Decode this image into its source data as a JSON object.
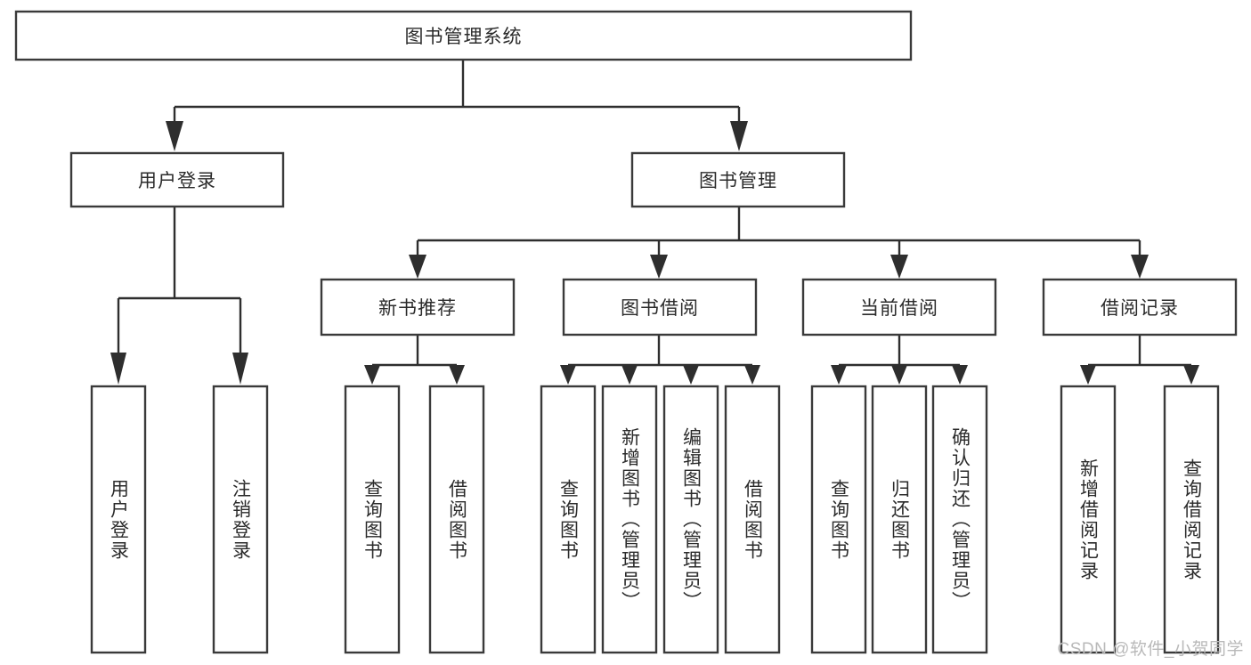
{
  "diagram": {
    "type": "tree-hierarchy",
    "title": "图书管理系统",
    "orientation": "top-down",
    "colors": {
      "box_stroke": "#3a3a3a",
      "connector": "#2e2e2e",
      "text": "#2b2b2b",
      "background": "#ffffff",
      "watermark": "#b9b9b9"
    },
    "root": {
      "id": "root",
      "label": "图书管理系统",
      "text_orientation": "horizontal"
    },
    "level2": [
      {
        "id": "user-login",
        "label": "用户登录",
        "text_orientation": "horizontal"
      },
      {
        "id": "book-manage",
        "label": "图书管理",
        "text_orientation": "horizontal"
      }
    ],
    "level3": [
      {
        "id": "new-book-recommend",
        "label": "新书推荐",
        "text_orientation": "horizontal"
      },
      {
        "id": "book-borrow",
        "label": "图书借阅",
        "text_orientation": "horizontal"
      },
      {
        "id": "current-borrow",
        "label": "当前借阅",
        "text_orientation": "horizontal"
      },
      {
        "id": "borrow-record",
        "label": "借阅记录",
        "text_orientation": "horizontal"
      }
    ],
    "leaves": [
      {
        "id": "leaf-user-login",
        "label": "用户登录",
        "parent": "user-login",
        "text_orientation": "vertical"
      },
      {
        "id": "leaf-user-logout",
        "label": "注销登录",
        "parent": "user-login",
        "text_orientation": "vertical"
      },
      {
        "id": "leaf-query-book-rec",
        "label": "查询图书",
        "parent": "new-book-recommend",
        "text_orientation": "vertical"
      },
      {
        "id": "leaf-borrow-book-rec",
        "label": "借阅图书",
        "parent": "new-book-recommend",
        "text_orientation": "vertical"
      },
      {
        "id": "leaf-query-book-borrow",
        "label": "查询图书",
        "parent": "book-borrow",
        "text_orientation": "vertical"
      },
      {
        "id": "leaf-add-book",
        "label": "新增图书（管理员）",
        "parent": "book-borrow",
        "text_orientation": "vertical"
      },
      {
        "id": "leaf-edit-book",
        "label": "编辑图书（管理员）",
        "parent": "book-borrow",
        "text_orientation": "vertical"
      },
      {
        "id": "leaf-borrow-book",
        "label": "借阅图书",
        "parent": "book-borrow",
        "text_orientation": "vertical"
      },
      {
        "id": "leaf-query-book-current",
        "label": "查询图书",
        "parent": "current-borrow",
        "text_orientation": "vertical"
      },
      {
        "id": "leaf-return-book",
        "label": "归还图书",
        "parent": "current-borrow",
        "text_orientation": "vertical"
      },
      {
        "id": "leaf-confirm-return",
        "label": "确认归还（管理员）",
        "parent": "current-borrow",
        "text_orientation": "vertical"
      },
      {
        "id": "leaf-add-record",
        "label": "新增借阅记录",
        "parent": "borrow-record",
        "text_orientation": "vertical"
      },
      {
        "id": "leaf-query-record",
        "label": "查询借阅记录",
        "parent": "borrow-record",
        "text_orientation": "vertical"
      }
    ]
  },
  "watermark": {
    "text": "CSDN @软件_小贺同学"
  }
}
